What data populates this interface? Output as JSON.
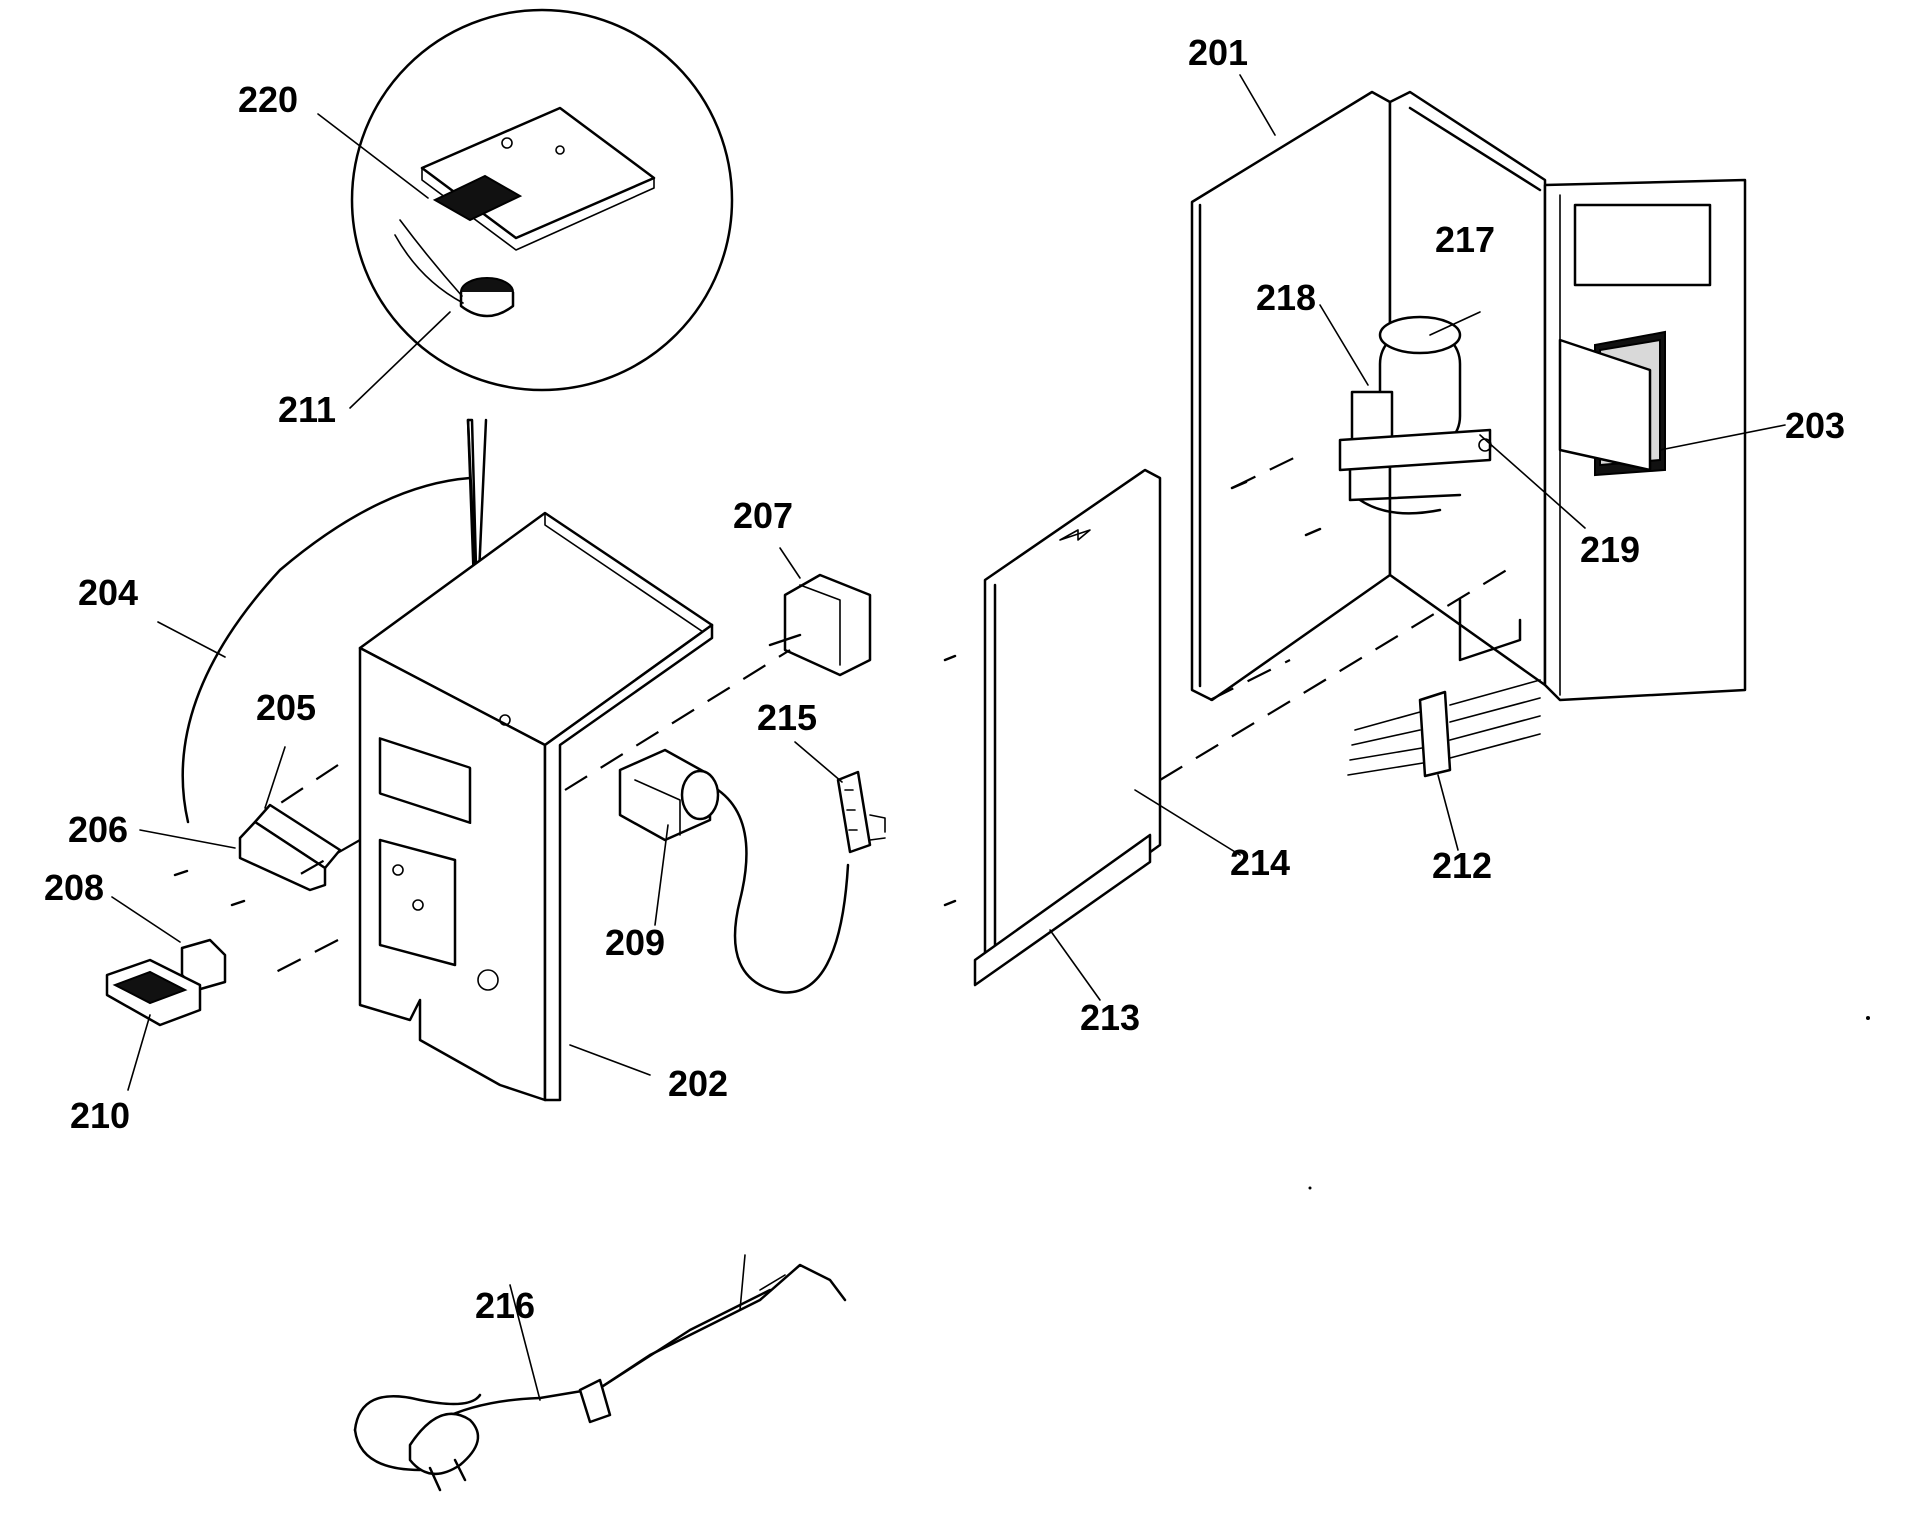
{
  "colors": {
    "ink": "#000000",
    "paper": "#ffffff"
  },
  "callouts": [
    {
      "id": "201",
      "text": "201"
    },
    {
      "id": "202",
      "text": "202"
    },
    {
      "id": "203",
      "text": "203"
    },
    {
      "id": "204",
      "text": "204"
    },
    {
      "id": "205",
      "text": "205"
    },
    {
      "id": "206",
      "text": "206"
    },
    {
      "id": "207",
      "text": "207"
    },
    {
      "id": "208",
      "text": "208"
    },
    {
      "id": "209",
      "text": "209"
    },
    {
      "id": "210",
      "text": "210"
    },
    {
      "id": "211",
      "text": "211"
    },
    {
      "id": "212",
      "text": "212"
    },
    {
      "id": "213",
      "text": "213"
    },
    {
      "id": "214",
      "text": "214"
    },
    {
      "id": "215",
      "text": "215"
    },
    {
      "id": "216",
      "text": "216"
    },
    {
      "id": "217",
      "text": "217"
    },
    {
      "id": "218",
      "text": "218"
    },
    {
      "id": "219",
      "text": "219"
    },
    {
      "id": "220",
      "text": "220"
    }
  ]
}
